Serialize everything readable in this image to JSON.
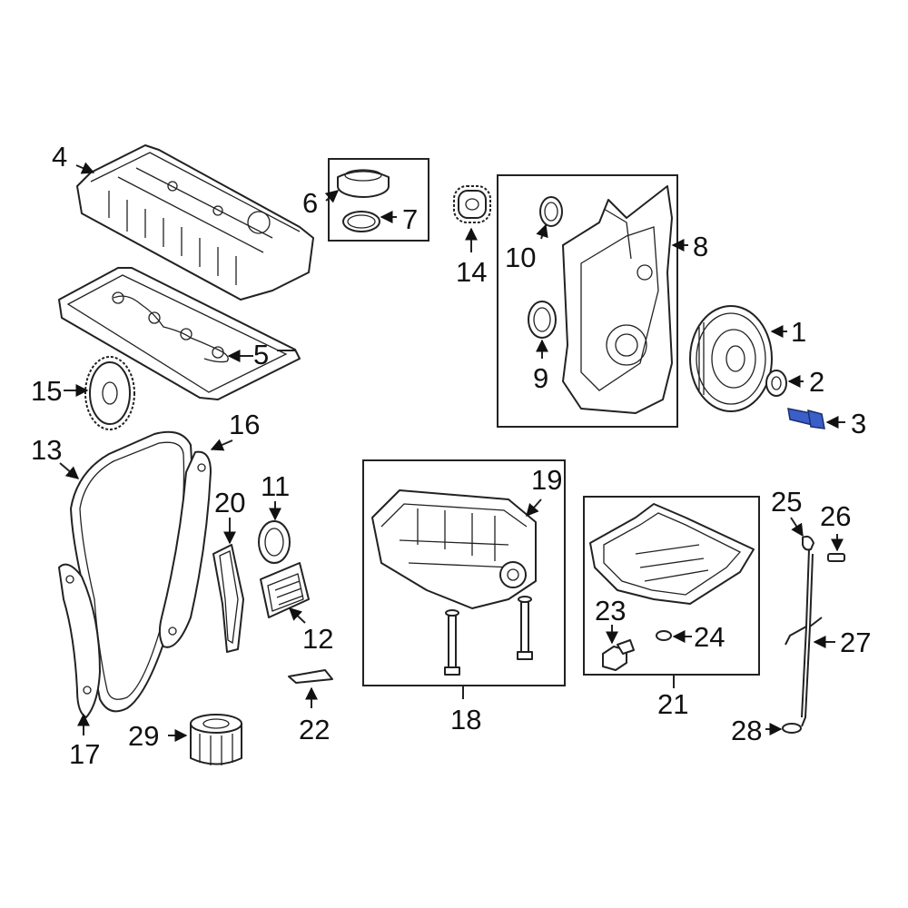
{
  "callouts": {
    "c1": "1",
    "c2": "2",
    "c3": "3",
    "c4": "4",
    "c5": "5",
    "c6": "6",
    "c7": "7",
    "c8": "8",
    "c9": "9",
    "c10": "10",
    "c11": "11",
    "c12": "12",
    "c13": "13",
    "c14": "14",
    "c15": "15",
    "c16": "16",
    "c17": "17",
    "c18": "18",
    "c19": "19",
    "c20": "20",
    "c21": "21",
    "c22": "22",
    "c23": "23",
    "c24": "24",
    "c25": "25",
    "c26": "26",
    "c27": "27",
    "c28": "28",
    "c29": "29"
  },
  "highlight_color": "#3a5fc8"
}
